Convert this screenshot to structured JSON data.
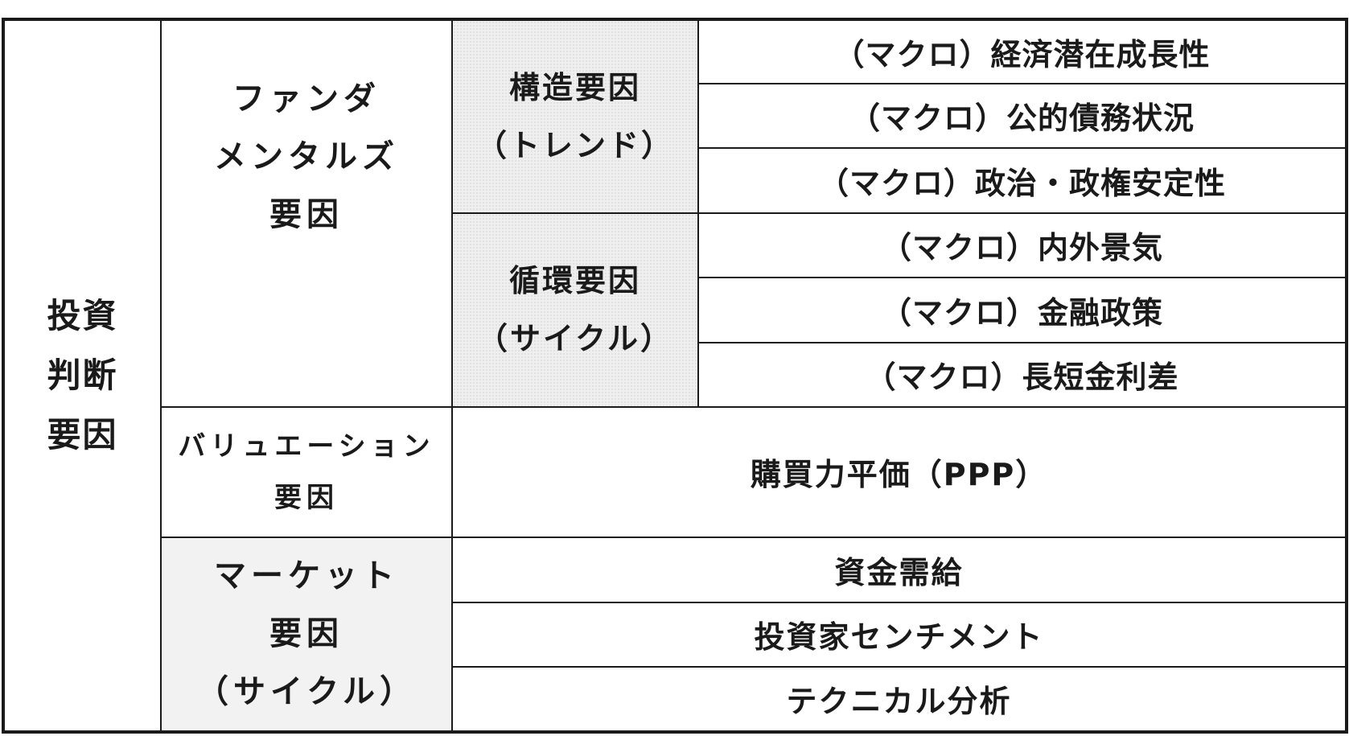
{
  "root": {
    "lines": [
      "投資",
      "判断",
      "要因"
    ]
  },
  "fundamentals": {
    "label_lines": [
      "ファンダ",
      "メンタルズ",
      "要因"
    ],
    "structural": {
      "label_lines": [
        "構造要因",
        "（トレンド）"
      ],
      "items": [
        "（マクロ）経済潜在成長性",
        "（マクロ）公的債務状況",
        "（マクロ）政治・政権安定性"
      ]
    },
    "cyclical": {
      "label_lines": [
        "循環要因",
        "（サイクル）"
      ],
      "items": [
        "（マクロ）内外景気",
        "（マクロ）金融政策",
        "（マクロ）長短金利差"
      ]
    }
  },
  "valuation": {
    "label_lines": [
      "バリュエーション",
      "要因"
    ],
    "item": "購買力平価（PPP）"
  },
  "market": {
    "label_lines": [
      "マーケット",
      "要因",
      "（サイクル）"
    ],
    "items": [
      "資金需給",
      "投資家センチメント",
      "テクニカル分析"
    ]
  }
}
